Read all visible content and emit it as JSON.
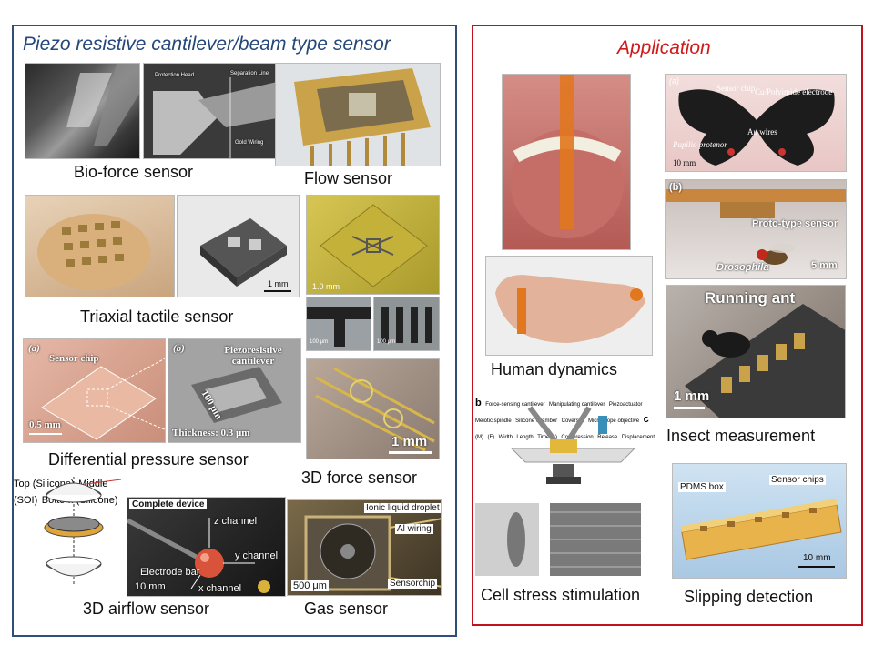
{
  "left_panel": {
    "title": "Piezo resistive cantilever/beam type sensor",
    "captions": {
      "bio_force": "Bio-force sensor",
      "flow": "Flow sensor",
      "triaxial": "Triaxial tactile sensor",
      "differential": "Differential pressure sensor",
      "force3d": "3D force sensor",
      "airflow3d": "3D airflow sensor",
      "gas": "Gas sensor"
    },
    "image_labels": {
      "bio_protection": "Protection Head",
      "bio_separation": "Separation Line",
      "bio_gold": "Gold Wiring",
      "triaxial_scale": "1 mm",
      "force3d_scale_top": "1.0 mm",
      "force3d_scale_a": "100 μm",
      "force3d_scale_b": "100 μm",
      "diff_a": "(a)",
      "diff_b": "(b)",
      "diff_sensor_chip": "Sensor chip",
      "diff_piezo": "Piezoresistive cantilever",
      "diff_100": "100 μm",
      "diff_05": "0.5 mm",
      "diff_thickness": "Thickness: 0.3 μm",
      "force3d_scale": "1 mm",
      "air_top": "Top (Silicone)",
      "air_middle": "Middle (SOI)",
      "air_bottom": "Bottom (Silicone)",
      "air_complete": "Complete device",
      "air_z": "z channel",
      "air_y": "y channel",
      "air_x": "x channel",
      "air_electrode": "Electrode bar",
      "air_scale": "10 mm",
      "gas_droplet": "Ionic liquid droplet",
      "gas_wiring": "Al wiring",
      "gas_chip": "Sensorchip",
      "gas_scale": "500 μm"
    }
  },
  "right_panel": {
    "title": "Application",
    "captions": {
      "human": "Human dynamics",
      "insect": "Insect measurement",
      "cell": "Cell stress stimulation",
      "slipping": "Slipping detection"
    },
    "image_labels": {
      "butterfly_a": "(a)",
      "butterfly_chip": "Sensor chip",
      "butterfly_electrode": "Cu/Polyimide electrode",
      "butterfly_wires": "Au wires",
      "butterfly_species": "Papilio protenor",
      "butterfly_scale": "10 mm",
      "fly_b": "(b)",
      "fly_proto": "Proto-type sensor",
      "fly_species": "Drosophila",
      "fly_scale": "5 mm",
      "ant_title": "Running ant",
      "ant_scale": "1 mm",
      "cell_b": "b",
      "cell_c": "c",
      "cell_force": "Force-sensing cantilever",
      "cell_manip": "Manipulating cantilever",
      "cell_piezo": "Piezoactuator",
      "cell_meiotic": "Meiotic spindle",
      "cell_chamber": "Silicone chamber",
      "cell_coverslip": "Coverslip",
      "cell_objective": "Microscope objective",
      "cell_length": "Length",
      "cell_width": "Width",
      "cell_time": "Time (s)",
      "cell_displacement": "Displacement",
      "cell_compression": "Compression",
      "cell_release": "Release",
      "cell_m": "(M)",
      "cell_f": "(F)",
      "slip_pdms": "PDMS box",
      "slip_chips": "Sensor chips",
      "slip_scale": "10 mm"
    }
  },
  "colors": {
    "left_border": "#2e4f7a",
    "left_title": "#24477c",
    "right_border": "#c0111f",
    "right_title": "#d11a1a"
  }
}
